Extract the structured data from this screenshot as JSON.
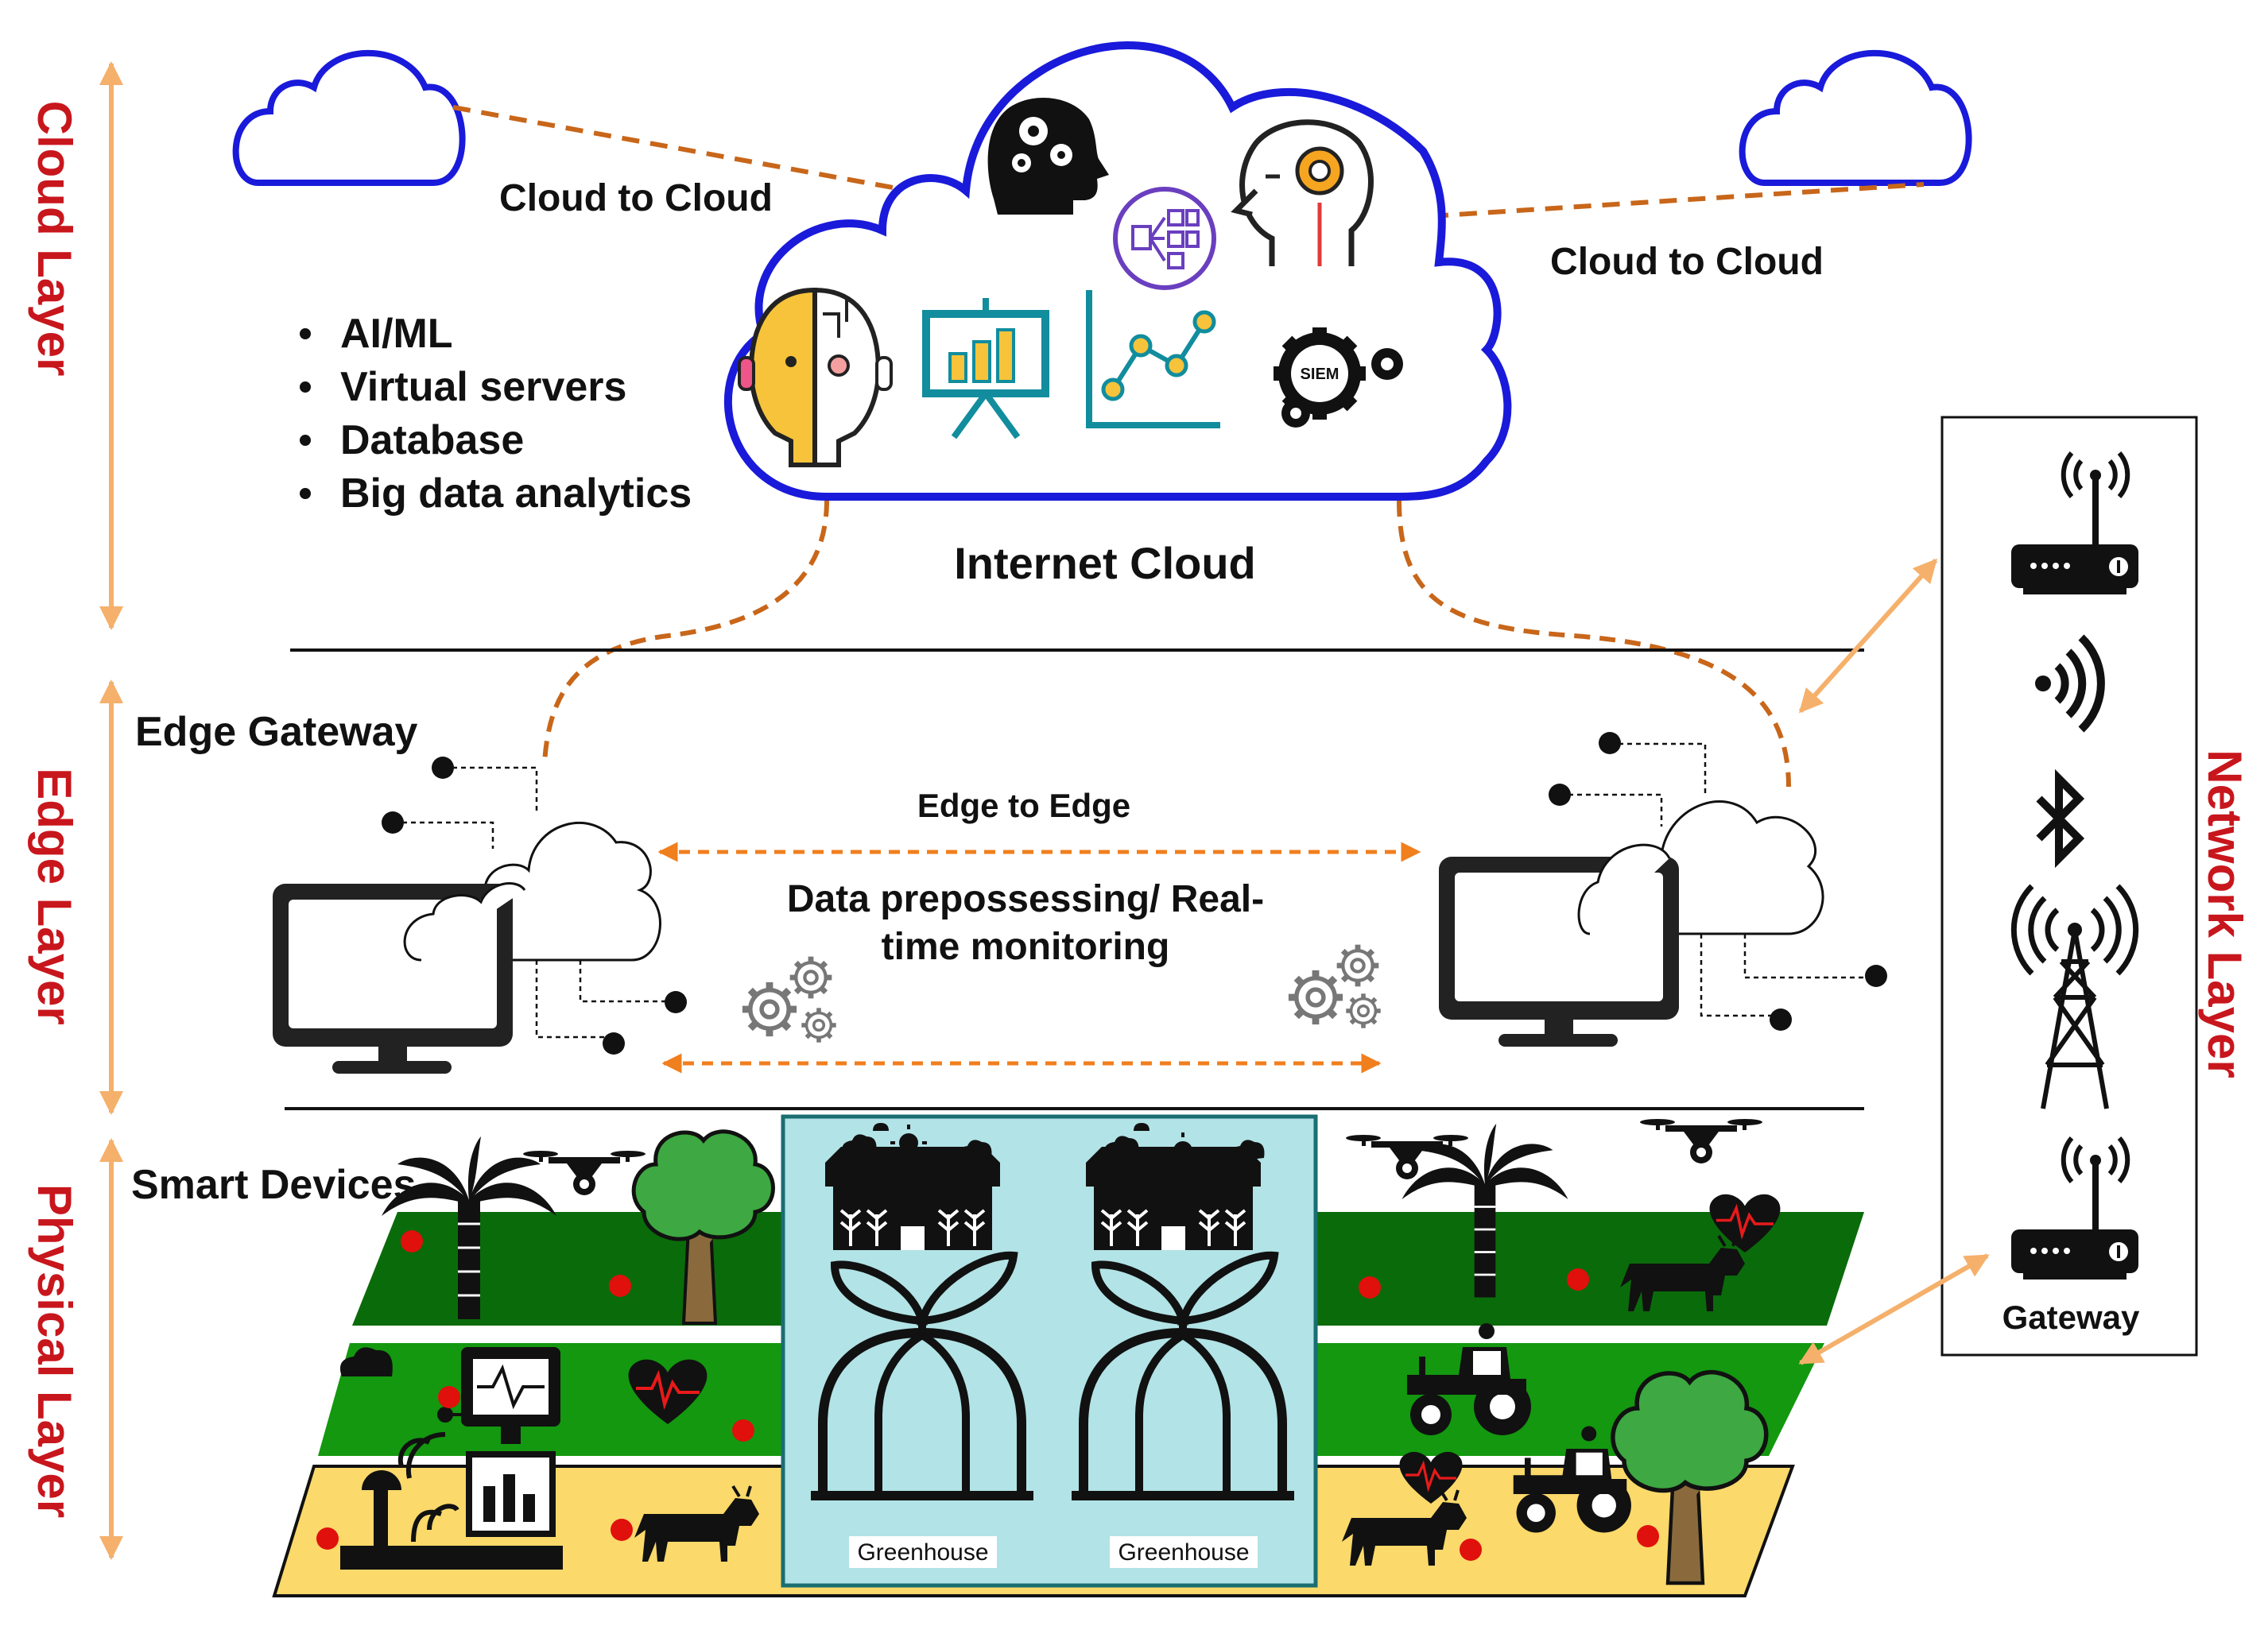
{
  "layers": {
    "cloud": "Cloud Layer",
    "edge": "Edge Layer",
    "physical": "Physical Layer",
    "network": "Network Layer"
  },
  "cloud": {
    "left_link": "Cloud to Cloud",
    "right_link": "Cloud to Cloud",
    "services": [
      "AI/ML",
      "Virtual servers",
      "Database",
      "Big data analytics"
    ],
    "center_label": "Internet Cloud",
    "siem_badge": "SIEM"
  },
  "edge": {
    "title": "Edge Gateway",
    "link_label": "Edge to Edge",
    "processing_line1": "Data prepossessing/ Real-",
    "processing_line2": "time monitoring"
  },
  "physical": {
    "title": "Smart Devices",
    "greenhouse_left": "Greenhouse",
    "greenhouse_right": "Greenhouse"
  },
  "network": {
    "gateway_label": "Gateway",
    "icons": [
      "router-icon",
      "wireless-signal-icon",
      "bluetooth-icon",
      "cell-tower-icon",
      "router-icon"
    ]
  },
  "colors": {
    "cloud_outline": "#1a1adb",
    "link_dashed": "#c8661a",
    "edge_arrow": "#f07f1e",
    "layer_arrow": "#f5b06b",
    "layer_text": "#c8161d",
    "field_dark_green": "#0a6b0a",
    "field_green": "#13980f",
    "field_yellow": "#fbd96a",
    "greenhouse_bg": "#b2e3e6",
    "sensor_dot": "#e0100c"
  }
}
